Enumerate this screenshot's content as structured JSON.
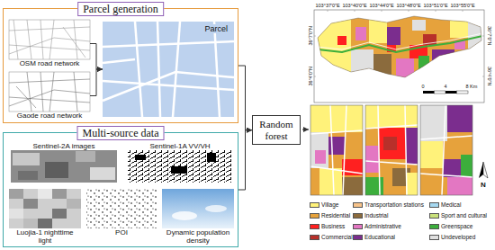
{
  "diagram": {
    "nodes": [
      {
        "text": [
          "Parcel generation"
        ]
      },
      {
        "text": [
          "OSM road network"
        ],
        "in": 0
      },
      {
        "text": [
          "Gaode road network"
        ],
        "in": 0
      },
      {
        "text": [
          "Parcel"
        ],
        "in": 0
      },
      {
        "text": [
          "Multi-source data"
        ]
      },
      {
        "text": [
          "Sentinel-2A images"
        ],
        "in": 4
      },
      {
        "text": [
          "Sentinel-1A VV/VH"
        ],
        "in": 4
      },
      {
        "text": [
          "Luojia-1 nighttime light"
        ],
        "in": 4
      },
      {
        "text": [
          "POI"
        ],
        "in": 4
      },
      {
        "text": [
          "Dynamic population density"
        ],
        "in": 4
      },
      {
        "text": [
          "Random forest"
        ]
      }
    ],
    "edges": [
      {
        "from": 1,
        "to": 3,
        "arrow": "to"
      },
      {
        "from": 2,
        "to": 3,
        "arrow": "to"
      },
      {
        "from": 0,
        "to": 10,
        "arrow": "to"
      },
      {
        "from": 4,
        "to": 10,
        "arrow": "to"
      }
    ],
    "labels": [
      "103°37'0\"E",
      "103°40'0\"E",
      "103°44'0\"E",
      "103°48'0\"E",
      "103°51'0\"E",
      "103°55'0\"E",
      "36°7'0\"N",
      "36°4'0\"N",
      "36°7'0\"N",
      "36°4'0\"N",
      "0",
      "4",
      "8 Km",
      "N"
    ],
    "legend": [
      {
        "text": "Village",
        "color": "#fff27a"
      },
      {
        "text": "Residential",
        "color": "#e6a23c"
      },
      {
        "text": "Business",
        "color": "#ff2020"
      },
      {
        "text": "Commercial",
        "color": "#b8302a"
      },
      {
        "text": "Transportation stations",
        "color": "#f7c38a"
      },
      {
        "text": "Industrial",
        "color": "#8b6b3d"
      },
      {
        "text": "Administrative",
        "color": "#e377c2"
      },
      {
        "text": "Educational",
        "color": "#7b2d8e"
      },
      {
        "text": "Medical",
        "color": "#a6d8f0"
      },
      {
        "text": "Sport and cultural",
        "color": "#c9e07a"
      },
      {
        "text": "Greenspace",
        "color": "#3cae3c"
      },
      {
        "text": "Undeveloped",
        "color": "#e0e0e0"
      }
    ]
  }
}
